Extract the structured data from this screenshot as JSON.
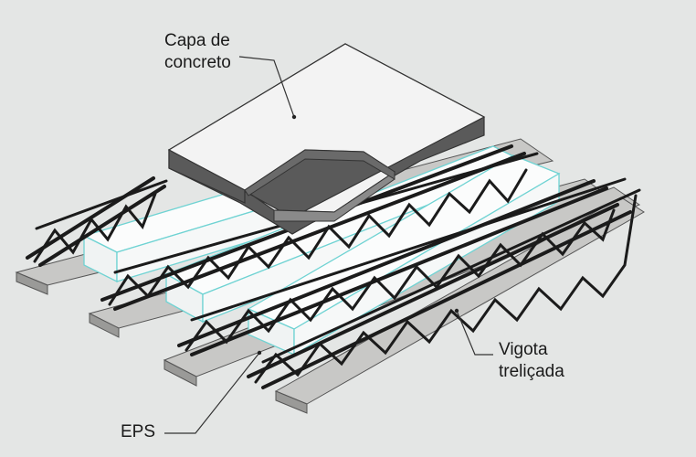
{
  "labels": {
    "capa_line1": "Capa de",
    "capa_line2": "concreto",
    "vigota_line1": "Vigota",
    "vigota_line2": "treliçada",
    "eps": "EPS"
  },
  "colors": {
    "background": "#e4e6e5",
    "slab_top": "#f3f3f3",
    "slab_side": "#5a5a5a",
    "eps_fill": "#fbfcfc",
    "eps_edge": "#6fd3d3",
    "beam_top": "#c8c8c6",
    "beam_side": "#9a9a98",
    "truss": "#1b1b1b",
    "leader": "#333333"
  }
}
